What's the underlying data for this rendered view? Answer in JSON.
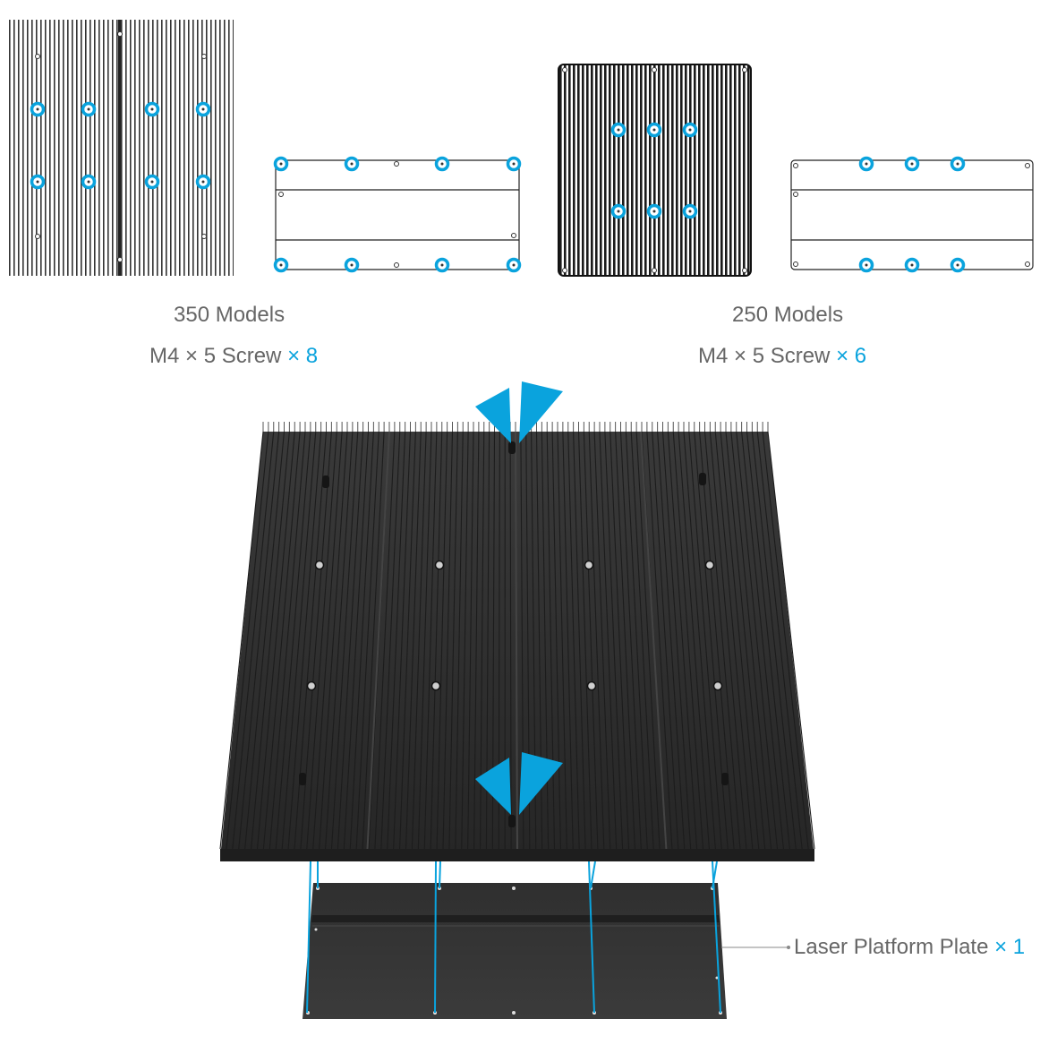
{
  "colors": {
    "accent": "#0aa3dd",
    "text": "#666666",
    "metal": "#2b2b2b",
    "line": "#222222"
  },
  "models": [
    {
      "title": "350 Models",
      "screw_text": "M4 × 5 Screw",
      "qty": "× 8"
    },
    {
      "title": "250 Models",
      "screw_text": "M4 × 5 Screw",
      "qty": "× 6"
    }
  ],
  "platform": {
    "label": "Laser Platform Plate",
    "qty": "× 1"
  },
  "icons": [
    "screw-hole-marker-icon",
    "arrow-marker-icon"
  ]
}
